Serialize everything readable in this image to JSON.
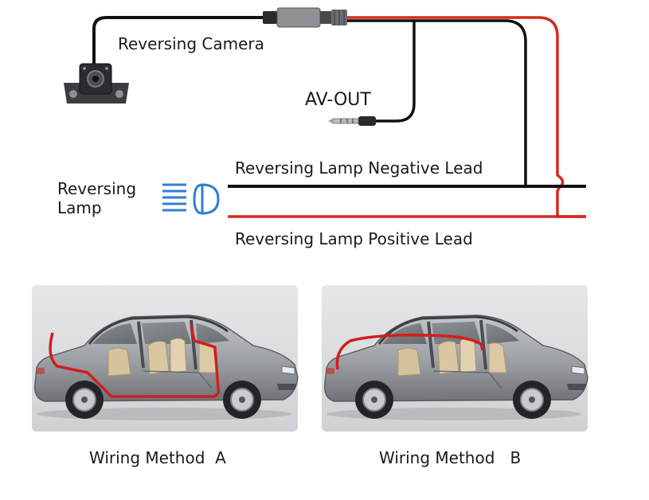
{
  "labels": {
    "camera": "Reversing Camera",
    "av_out": "AV-OUT",
    "lamp_line1": "Reversing",
    "lamp_line2": "Lamp",
    "negative_lead": "Reversing Lamp Negative Lead",
    "positive_lead": "Reversing Lamp Positive Lead",
    "method_a": "Wiring Method  A",
    "method_b": "Wiring Method   B"
  },
  "colors": {
    "positive_wire": "#d42a1e",
    "negative_wire": "#111111",
    "lamp_icon": "#2f7fd0",
    "route_line": "#d21e1e",
    "car_body": "#9a9ea3",
    "panel_bg": "#d8d9db"
  },
  "icons": {
    "camera": "reversing-camera-icon",
    "av_plug": "av-out-plug-icon",
    "connector": "inline-connector-icon",
    "lamp": "reversing-lamp-icon",
    "car": "car-cutaway-icon"
  }
}
